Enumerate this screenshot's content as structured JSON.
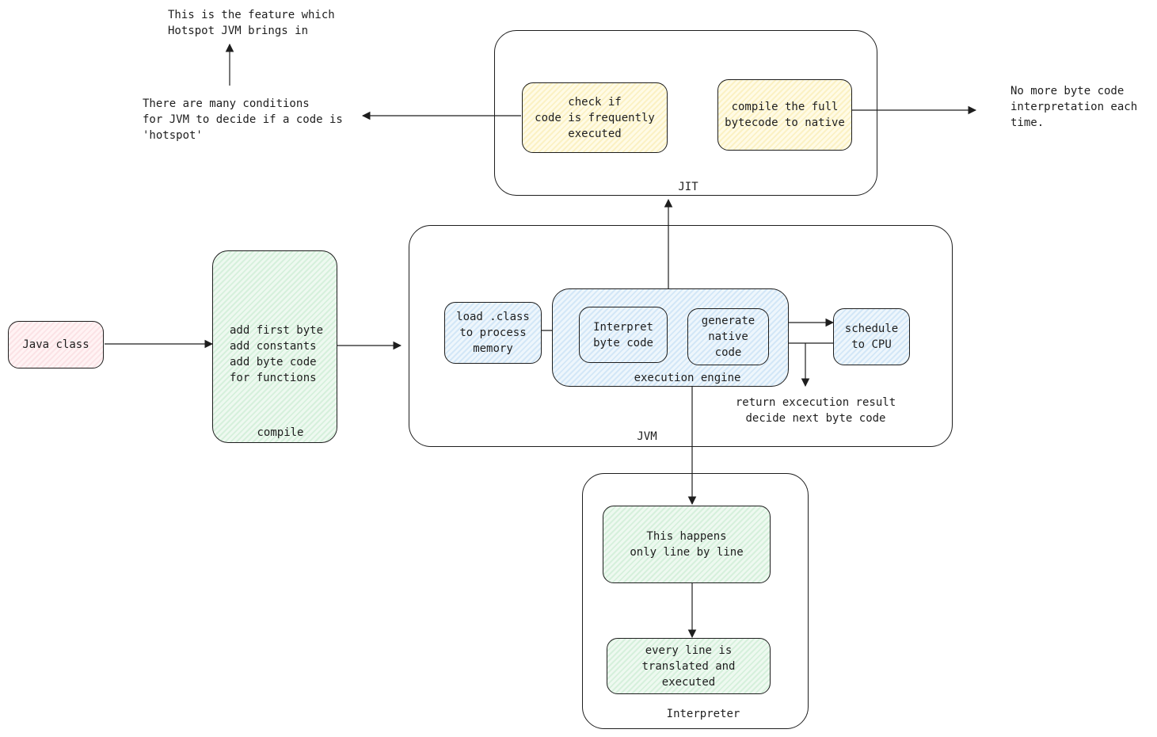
{
  "notes": {
    "hotspot_feature": "This is the feature which\nHotspot JVM brings in",
    "hotspot_conditions": "There are many conditions\nfor JVM to decide if a code is\n'hotspot'",
    "no_more_interpretation": "No more byte code\ninterpretation each\ntime.",
    "return_result": "return excecution result\ndecide next byte code"
  },
  "jit": {
    "title": "JIT",
    "check_frequency": "check if\ncode is frequently\nexecuted",
    "compile_native": "compile the full\nbytecode to native"
  },
  "source": {
    "java_class": "Java class"
  },
  "compile": {
    "title": "compile",
    "steps": "add first byte\nadd constants\nadd byte code\nfor functions"
  },
  "jvm": {
    "title": "JVM",
    "load_class": "load .class\nto process\nmemory",
    "execution_engine": "execution engine",
    "interpret": "Interpret\nbyte code",
    "generate_native": "generate\nnative\ncode",
    "schedule_cpu": "schedule\nto CPU"
  },
  "interpreter": {
    "title": "Interpreter",
    "line_by_line": "This happens\nonly line by line",
    "translated": "every line is\ntranslated and\nexecuted"
  }
}
